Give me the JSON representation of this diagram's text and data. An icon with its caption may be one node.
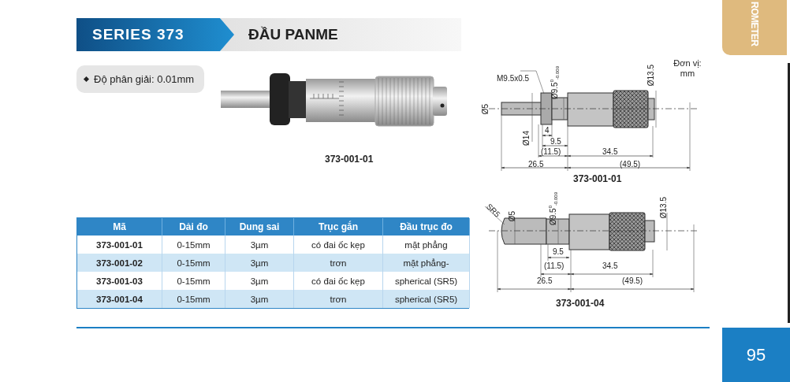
{
  "diagram": {
    "nodes": [
      {
        "text": [
          "SERIES 373"
        ]
      },
      {
        "text": [
          "ĐẦU PANME"
        ]
      },
      {
        "text": [
          "Độ phân giải: 0.01mm"
        ]
      },
      {
        "text": [
          "ROMETER"
        ]
      },
      {
        "text": [
          "95"
        ]
      }
    ],
    "labels": [
      "373-001-01",
      "Đơn vị: mm",
      "M9.5x0.5",
      "Ø9.5$^{0}$$_{-0.009}$",
      "Ø13.5",
      "Ø5",
      "Ø14",
      "4",
      "9.5",
      "(11.5)",
      "34.5",
      "26.5",
      "(49.5)",
      "373-001-01",
      "SR5",
      "Ø5",
      "Ø9.5$^{0}$$_{-0.009}$",
      "Ø13.5",
      "9.5",
      "(11.5)",
      "34.5",
      "26.5",
      "(49.5)",
      "373-001-04",
      "Mã",
      "Dải đo",
      "Dung sai",
      "Trục gắn",
      "Đầu trục đo",
      "373-001-01",
      "0-15mm",
      "3µm",
      "có đai ốc kẹp",
      "mặt phẳng",
      "373-001-02",
      "0-15mm",
      "3µm",
      "trơn",
      "mặt phẳng-",
      "373-001-03",
      "0-15mm",
      "3µm",
      "có đai ốc kẹp",
      "spherical (SR5)",
      "373-001-04",
      "0-15mm",
      "3µm",
      "trơn",
      "spherical (SR5)"
    ]
  }
}
